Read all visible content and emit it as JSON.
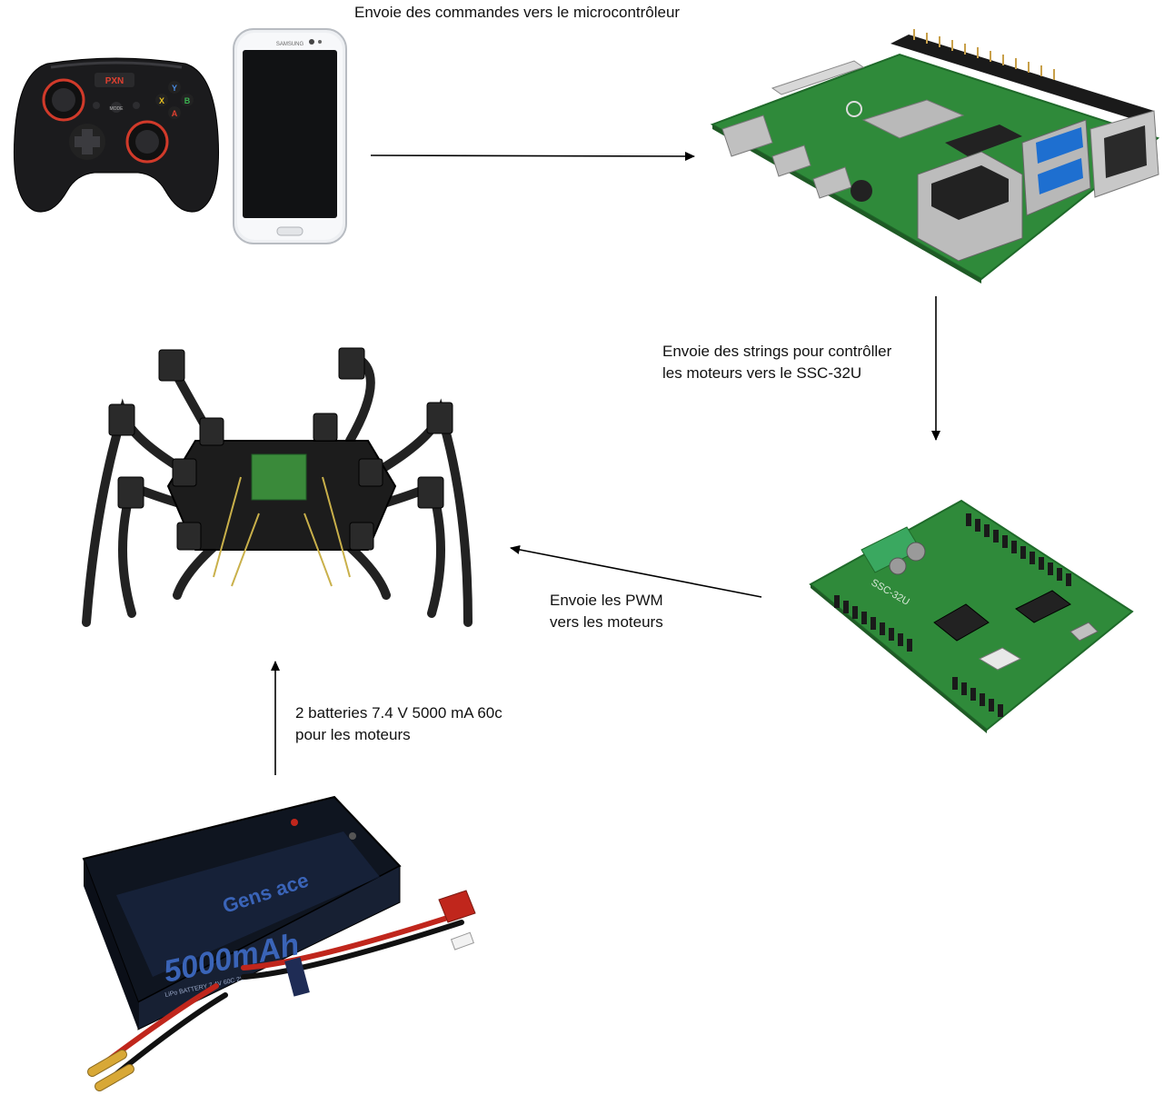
{
  "labels": {
    "commands": "Envoie des commandes vers le microcontrôleur",
    "strings_line1": "Envoie des strings pour contrôller",
    "strings_line2": "les moteurs vers le SSC-32U",
    "pwm_line1": "Envoie les PWM",
    "pwm_line2": "vers les moteurs",
    "battery_line1": "2 batteries 7.4 V 5000 mA 60c",
    "battery_line2": "pour les moteurs"
  },
  "gamepad": {
    "brand": "PXN",
    "buttons": [
      "Y",
      "X",
      "B",
      "A"
    ],
    "mode": "MODE"
  },
  "phone": {
    "brand": "SAMSUNG"
  },
  "board": {
    "silkscreen": "SSC-32U"
  },
  "battery": {
    "brand": "Gens ace",
    "capacity": "5000mAh",
    "spec": "LiPo BATTERY  7.4V  60C  2S2P  37Wh"
  },
  "colors": {
    "arrow": "#000000",
    "pcb_green": "#2f8a3a",
    "pcb_dark": "#1f6a2a",
    "battery_body": "#1a2233",
    "battery_blue": "#3a64b8",
    "wire_red": "#c0261c",
    "brass": "#d8a836"
  }
}
